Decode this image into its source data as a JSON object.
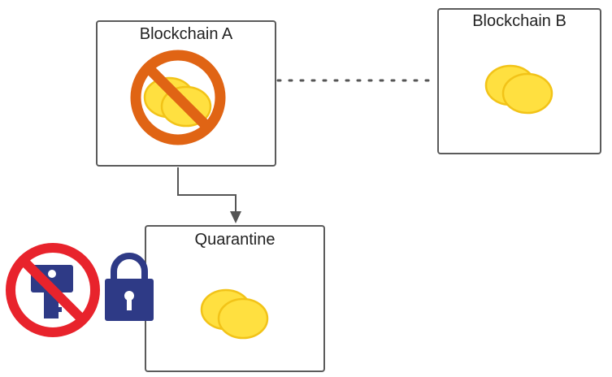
{
  "diagram": {
    "blockchain_a": {
      "label": "Blockchain A"
    },
    "blockchain_b": {
      "label": "Blockchain B"
    },
    "quarantine": {
      "label": "Quarantine"
    }
  },
  "colors": {
    "box_border": "#5b5b5b",
    "coin_fill": "#ffe040",
    "coin_stroke": "#f2c318",
    "ban_orange": "#e06414",
    "ban_red": "#e8232c",
    "key_navy": "#2e3a86",
    "lock_navy": "#2e3a86",
    "connector": "#555555"
  },
  "icons": [
    "coins-icon",
    "prohibited-icon",
    "key-icon",
    "padlock-icon",
    "arrow-icon"
  ]
}
